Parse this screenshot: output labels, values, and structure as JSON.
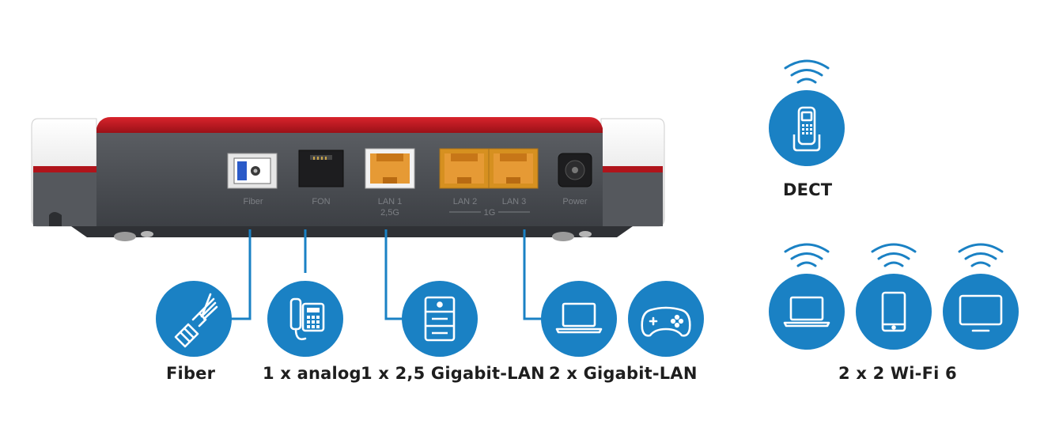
{
  "router": {
    "ports": [
      {
        "id": "fiber",
        "label": "Fiber",
        "sublabel": ""
      },
      {
        "id": "fon",
        "label": "FON",
        "sublabel": ""
      },
      {
        "id": "lan1",
        "label": "LAN 1",
        "sublabel": "2,5G"
      },
      {
        "id": "lan2",
        "label": "LAN 2",
        "sublabel": ""
      },
      {
        "id": "lan3",
        "label": "LAN 3",
        "sublabel": ""
      },
      {
        "id": "power",
        "label": "Power",
        "sublabel": ""
      }
    ],
    "lan_group_label": "1G"
  },
  "connections": [
    {
      "id": "fiber",
      "label": "Fiber",
      "icons": [
        "fiber-cable-icon"
      ]
    },
    {
      "id": "analog",
      "label": "1 x analog",
      "icons": [
        "desk-phone-icon"
      ]
    },
    {
      "id": "lan25",
      "label": "1 x 2,5 Gigabit-LAN",
      "icons": [
        "server-icon"
      ]
    },
    {
      "id": "lan1g",
      "label": "2 x Gigabit-LAN",
      "icons": [
        "laptop-icon",
        "gamepad-icon"
      ]
    }
  ],
  "wireless": {
    "dect": {
      "label": "DECT",
      "icon": "cordless-phone-icon"
    },
    "wifi": {
      "label": "2 x 2 Wi-Fi 6",
      "icons": [
        "laptop-icon",
        "smartphone-icon",
        "monitor-icon"
      ]
    }
  },
  "colors": {
    "circle_blue": "#1a81c4",
    "line_blue": "#1a81c4",
    "router_red": "#c4141e",
    "router_body": "#4a4d52",
    "port_orange": "#e69a35",
    "text": "#1e1e1e"
  }
}
